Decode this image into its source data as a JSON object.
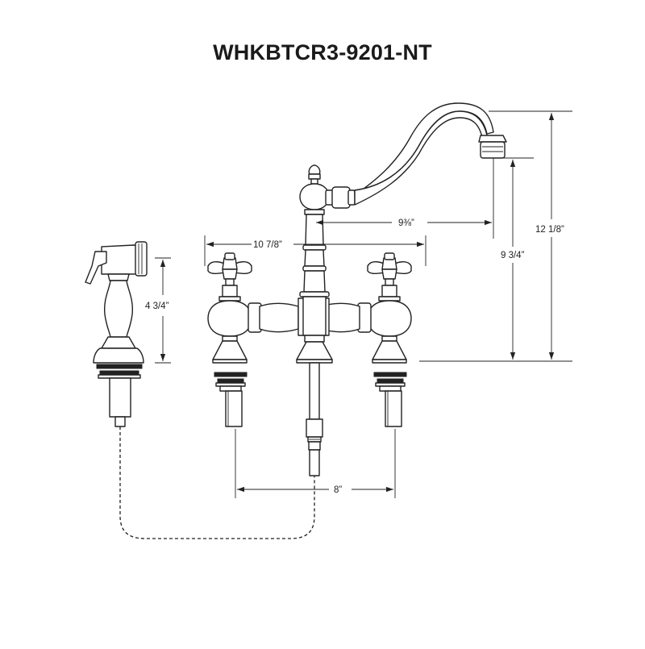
{
  "drawing": {
    "title": "WHKBTCR3-9201-NT",
    "dimensions": {
      "spray_height": "4 3/4”",
      "spread_width": "10 7/8”",
      "spout_reach": "9⅜”",
      "spout_clearance": "9 3/4”",
      "overall_height": "12 1/8”",
      "center_spacing": "8”"
    }
  }
}
